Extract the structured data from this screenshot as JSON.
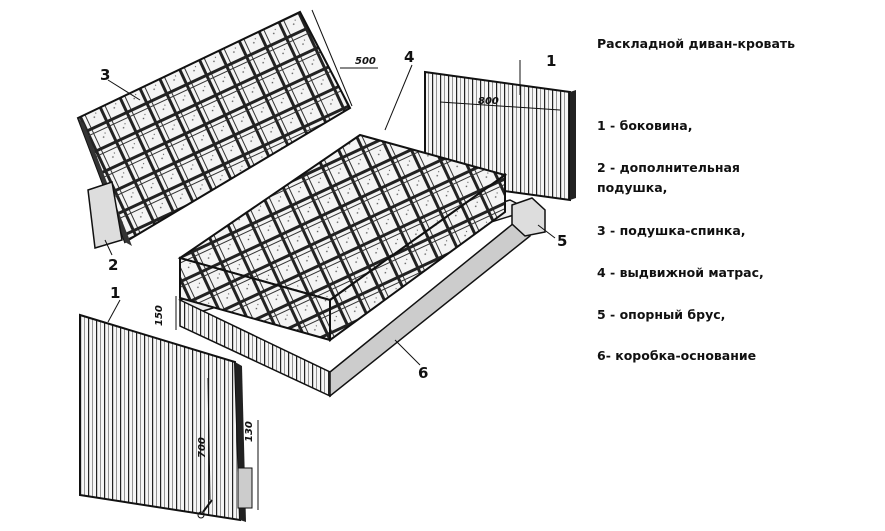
{
  "title": "Раскладной диван-кровать",
  "legend": [
    {
      "text": "1 - боковина,"
    },
    {
      "text": "2 - дополнительная",
      "text2": "подушка,"
    },
    {
      "text": "3 - подушка-спинка,"
    },
    {
      "text": "4 - выдвижной матрас,"
    },
    {
      "text": "5 - опорный брус,"
    },
    {
      "text": "6- коробка-основание"
    }
  ],
  "drawing": {
    "callouts": [
      "1",
      "2",
      "3",
      "4",
      "5",
      "6",
      "1"
    ],
    "dimensions": [
      "500",
      "800",
      "150",
      "700",
      "130"
    ]
  }
}
